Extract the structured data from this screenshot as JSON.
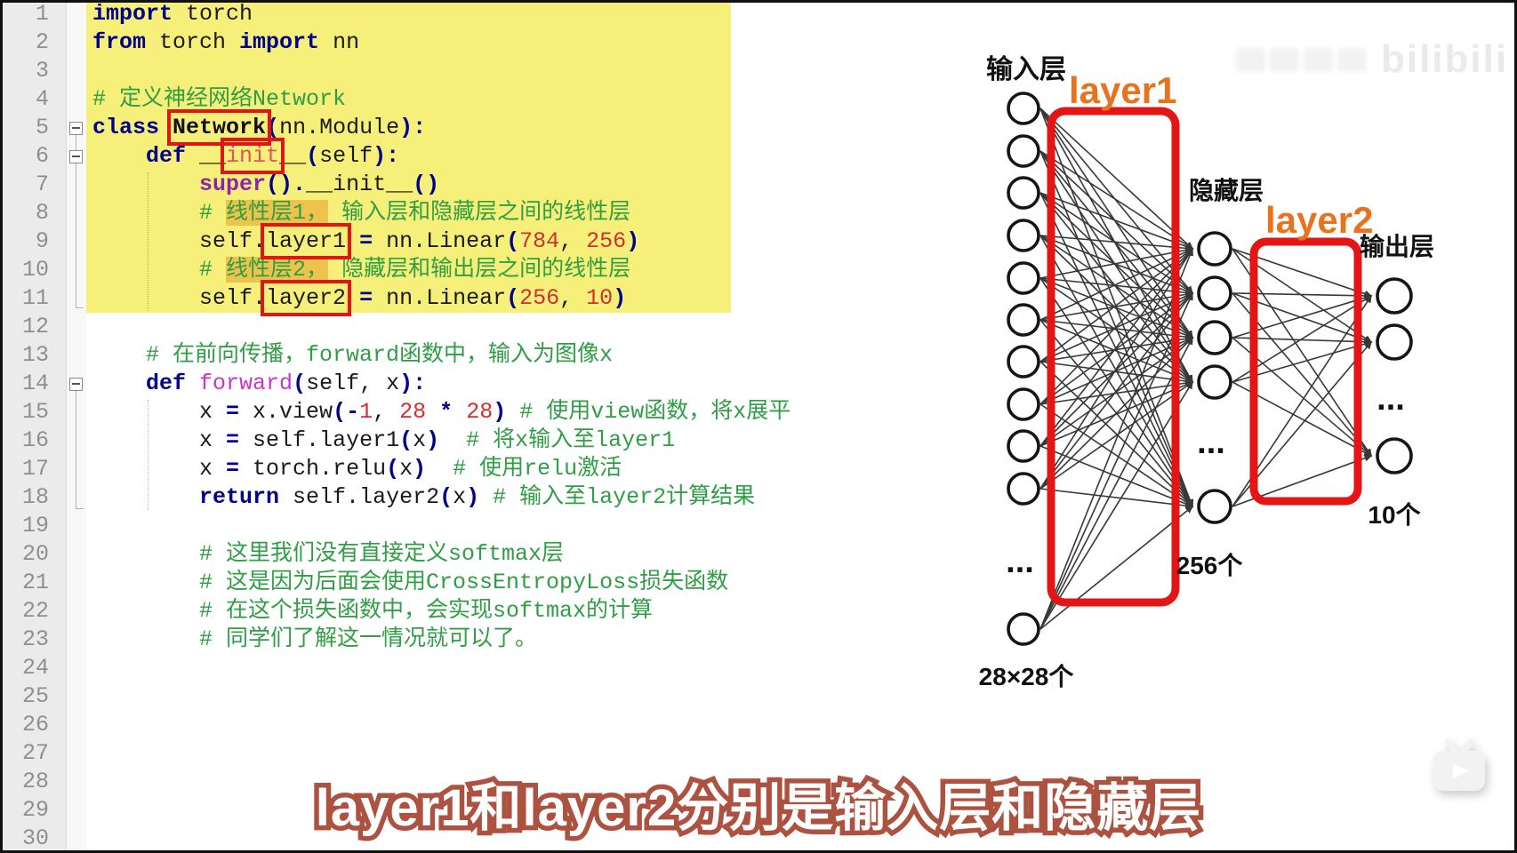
{
  "window": {
    "background": "#ffffff",
    "frame_color": "#101010"
  },
  "editor": {
    "highlight_block_color": "#f6ef7a",
    "inline_highlight_color": "#eec34d",
    "annotation_box_color": "#e01616",
    "gutter": {
      "numbers": [
        "1",
        "2",
        "3",
        "4",
        "5",
        "6",
        "7",
        "8",
        "9",
        "10",
        "11",
        "12",
        "13",
        "14",
        "15",
        "16",
        "17",
        "18",
        "19",
        "20",
        "21",
        "22",
        "23",
        "24",
        "25",
        "26",
        "27",
        "28",
        "29",
        "30"
      ]
    },
    "lines": [
      {
        "n": 1,
        "tokens": [
          {
            "c": "k",
            "t": "import"
          },
          {
            "c": "p",
            "t": " torch"
          }
        ]
      },
      {
        "n": 2,
        "tokens": [
          {
            "c": "k",
            "t": "from"
          },
          {
            "c": "p",
            "t": " torch "
          },
          {
            "c": "k",
            "t": "import"
          },
          {
            "c": "p",
            "t": " nn"
          }
        ]
      },
      {
        "n": 3,
        "tokens": []
      },
      {
        "n": 4,
        "tokens": [
          {
            "c": "c",
            "t": "# 定义神经网络Network"
          }
        ]
      },
      {
        "n": 5,
        "tokens": [
          {
            "c": "k",
            "t": "class"
          },
          {
            "c": "p",
            "t": " "
          },
          {
            "c": "b",
            "t": "Network",
            "box": true
          },
          {
            "c": "o",
            "t": "("
          },
          {
            "c": "p",
            "t": "nn.Module"
          },
          {
            "c": "o",
            "t": "):"
          }
        ]
      },
      {
        "n": 6,
        "tokens": [
          {
            "c": "p",
            "t": "    "
          },
          {
            "c": "k",
            "t": "def"
          },
          {
            "c": "p",
            "t": " __"
          },
          {
            "c": "r",
            "t": "init",
            "box": true
          },
          {
            "c": "p",
            "t": "__"
          },
          {
            "c": "o",
            "t": "("
          },
          {
            "c": "p",
            "t": "self"
          },
          {
            "c": "o",
            "t": "):"
          }
        ]
      },
      {
        "n": 7,
        "tokens": [
          {
            "c": "p",
            "t": "        "
          },
          {
            "c": "s",
            "t": "super"
          },
          {
            "c": "o",
            "t": "()."
          },
          {
            "c": "p",
            "t": "__init__"
          },
          {
            "c": "o",
            "t": "()"
          }
        ]
      },
      {
        "n": 8,
        "tokens": [
          {
            "c": "p",
            "t": "        "
          },
          {
            "c": "c",
            "t": "# "
          },
          {
            "c": "c",
            "t": "线性层1，",
            "hl": true
          },
          {
            "c": "c",
            "t": " 输入层和隐藏层之间的线性层"
          }
        ]
      },
      {
        "n": 9,
        "tokens": [
          {
            "c": "p",
            "t": "        self."
          },
          {
            "c": "p",
            "t": "layer1",
            "box": true
          },
          {
            "c": "p",
            "t": " "
          },
          {
            "c": "o",
            "t": "="
          },
          {
            "c": "p",
            "t": " nn.Linear"
          },
          {
            "c": "o",
            "t": "("
          },
          {
            "c": "n",
            "t": "784"
          },
          {
            "c": "p",
            "t": ", "
          },
          {
            "c": "n",
            "t": "256"
          },
          {
            "c": "o",
            "t": ")"
          }
        ]
      },
      {
        "n": 10,
        "tokens": [
          {
            "c": "p",
            "t": "        "
          },
          {
            "c": "c",
            "t": "# "
          },
          {
            "c": "c",
            "t": "线性层2，",
            "hl": true
          },
          {
            "c": "c",
            "t": " 隐藏层和输出层之间的线性层"
          }
        ]
      },
      {
        "n": 11,
        "tokens": [
          {
            "c": "p",
            "t": "        self."
          },
          {
            "c": "p",
            "t": "layer2",
            "box": true
          },
          {
            "c": "p",
            "t": " "
          },
          {
            "c": "o",
            "t": "="
          },
          {
            "c": "p",
            "t": " nn.Linear"
          },
          {
            "c": "o",
            "t": "("
          },
          {
            "c": "n",
            "t": "256"
          },
          {
            "c": "p",
            "t": ", "
          },
          {
            "c": "n",
            "t": "10"
          },
          {
            "c": "o",
            "t": ")"
          }
        ]
      },
      {
        "n": 12,
        "tokens": []
      },
      {
        "n": 13,
        "tokens": [
          {
            "c": "p",
            "t": "    "
          },
          {
            "c": "c",
            "t": "# 在前向传播，forward函数中，输入为图像x"
          }
        ]
      },
      {
        "n": 14,
        "tokens": [
          {
            "c": "p",
            "t": "    "
          },
          {
            "c": "k",
            "t": "def"
          },
          {
            "c": "p",
            "t": " "
          },
          {
            "c": "m",
            "t": "forward"
          },
          {
            "c": "o",
            "t": "("
          },
          {
            "c": "p",
            "t": "self, x"
          },
          {
            "c": "o",
            "t": "):"
          }
        ]
      },
      {
        "n": 15,
        "tokens": [
          {
            "c": "p",
            "t": "        x "
          },
          {
            "c": "o",
            "t": "="
          },
          {
            "c": "p",
            "t": " x.view"
          },
          {
            "c": "o",
            "t": "(-"
          },
          {
            "c": "n",
            "t": "1"
          },
          {
            "c": "p",
            "t": ", "
          },
          {
            "c": "n",
            "t": "28"
          },
          {
            "c": "p",
            "t": " "
          },
          {
            "c": "o",
            "t": "*"
          },
          {
            "c": "p",
            "t": " "
          },
          {
            "c": "n",
            "t": "28"
          },
          {
            "c": "o",
            "t": ")"
          },
          {
            "c": "p",
            "t": " "
          },
          {
            "c": "c",
            "t": "# 使用view函数，将x展平"
          }
        ]
      },
      {
        "n": 16,
        "tokens": [
          {
            "c": "p",
            "t": "        x "
          },
          {
            "c": "o",
            "t": "="
          },
          {
            "c": "p",
            "t": " self.layer1"
          },
          {
            "c": "o",
            "t": "("
          },
          {
            "c": "p",
            "t": "x"
          },
          {
            "c": "o",
            "t": ")"
          },
          {
            "c": "p",
            "t": "  "
          },
          {
            "c": "c",
            "t": "# 将x输入至layer1"
          }
        ]
      },
      {
        "n": 17,
        "tokens": [
          {
            "c": "p",
            "t": "        x "
          },
          {
            "c": "o",
            "t": "="
          },
          {
            "c": "p",
            "t": " torch.relu"
          },
          {
            "c": "o",
            "t": "("
          },
          {
            "c": "p",
            "t": "x"
          },
          {
            "c": "o",
            "t": ")"
          },
          {
            "c": "p",
            "t": "  "
          },
          {
            "c": "c",
            "t": "# 使用relu激活"
          }
        ]
      },
      {
        "n": 18,
        "tokens": [
          {
            "c": "p",
            "t": "        "
          },
          {
            "c": "k",
            "t": "return"
          },
          {
            "c": "p",
            "t": " self.layer2"
          },
          {
            "c": "o",
            "t": "("
          },
          {
            "c": "p",
            "t": "x"
          },
          {
            "c": "o",
            "t": ")"
          },
          {
            "c": "p",
            "t": " "
          },
          {
            "c": "c",
            "t": "# 输入至layer2计算结果"
          }
        ]
      },
      {
        "n": 19,
        "tokens": []
      },
      {
        "n": 20,
        "tokens": [
          {
            "c": "p",
            "t": "        "
          },
          {
            "c": "c",
            "t": "# 这里我们没有直接定义softmax层"
          }
        ]
      },
      {
        "n": 21,
        "tokens": [
          {
            "c": "p",
            "t": "        "
          },
          {
            "c": "c",
            "t": "# 这是因为后面会使用CrossEntropyLoss损失函数"
          }
        ]
      },
      {
        "n": 22,
        "tokens": [
          {
            "c": "p",
            "t": "        "
          },
          {
            "c": "c",
            "t": "# 在这个损失函数中，会实现softmax的计算"
          }
        ]
      },
      {
        "n": 23,
        "tokens": [
          {
            "c": "p",
            "t": "        "
          },
          {
            "c": "c",
            "t": "# 同学们了解这一情况就可以了。"
          }
        ]
      }
    ]
  },
  "diagram": {
    "labels": {
      "input": "输入层",
      "hidden": "隐藏层",
      "output": "输出层",
      "layer1": "layer1",
      "layer2": "layer2",
      "input_count": "28×28个",
      "hidden_count": "256个",
      "output_count": "10个",
      "ellipsis": "..."
    },
    "counts": {
      "input_nodes": 10,
      "input_extra_nodes": 1,
      "hidden_nodes": 4,
      "hidden_extra_nodes": 1,
      "output_nodes": 2,
      "output_extra_nodes": 1
    },
    "colors": {
      "layer_label": "#e8731f",
      "annotation_box": "#e51515",
      "node_stroke": "#151515",
      "edge": "#1d1d1d",
      "label_text": "#111111"
    }
  },
  "caption": {
    "text": "layer1和layer2分别是输入层和隐藏层",
    "fill": "#ffffff",
    "outline": "#ad5240"
  },
  "watermark": {
    "logo_text": "bilibili"
  }
}
